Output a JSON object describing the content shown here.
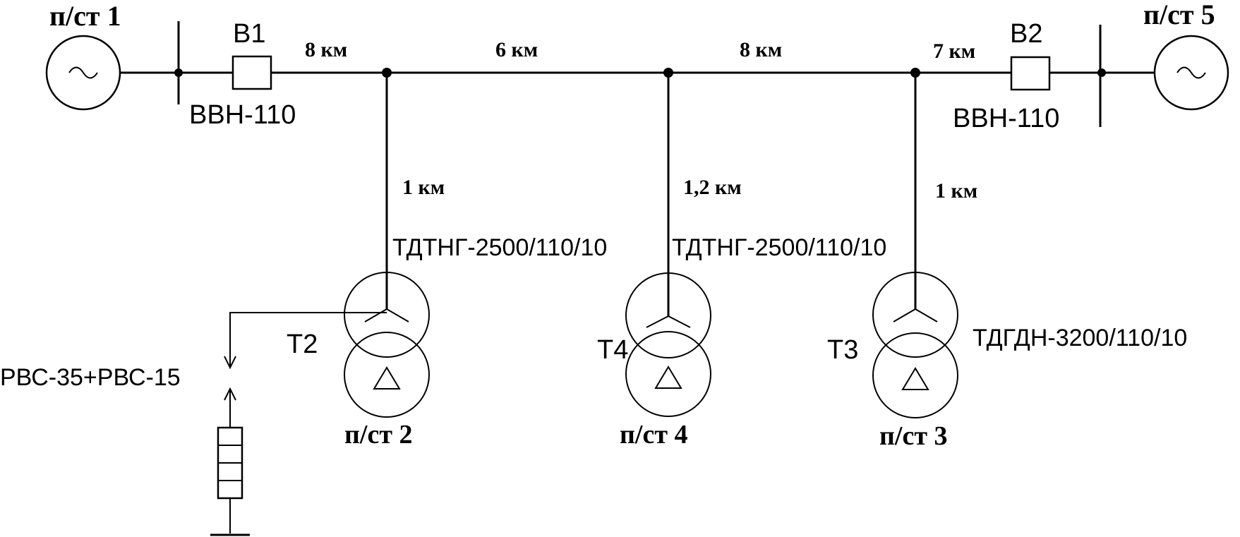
{
  "sources": {
    "left": {
      "label": "п/ст 1"
    },
    "right": {
      "label": "п/ст 5"
    }
  },
  "breakers": {
    "b1": {
      "label": "В1",
      "type": "ВВН-110"
    },
    "b2": {
      "label": "В2",
      "type": "ВВН-110"
    }
  },
  "line_segments": [
    "8 км",
    "6 км",
    "8 км",
    "7 км"
  ],
  "taps": [
    {
      "length": "1 км",
      "transformer": "Т2",
      "model": "ТДТНГ-2500/110/10",
      "substation": "п/ст 2"
    },
    {
      "length": "1,2 км",
      "transformer": "Т4",
      "model": "ТДТНГ-2500/110/10",
      "substation": "п/ст 4"
    },
    {
      "length": "1 км",
      "transformer": "Т3",
      "model": "ТДГДН-3200/110/10",
      "substation": "п/ст 3"
    }
  ],
  "arrester": {
    "label": "РВС-35+РВС-15"
  }
}
